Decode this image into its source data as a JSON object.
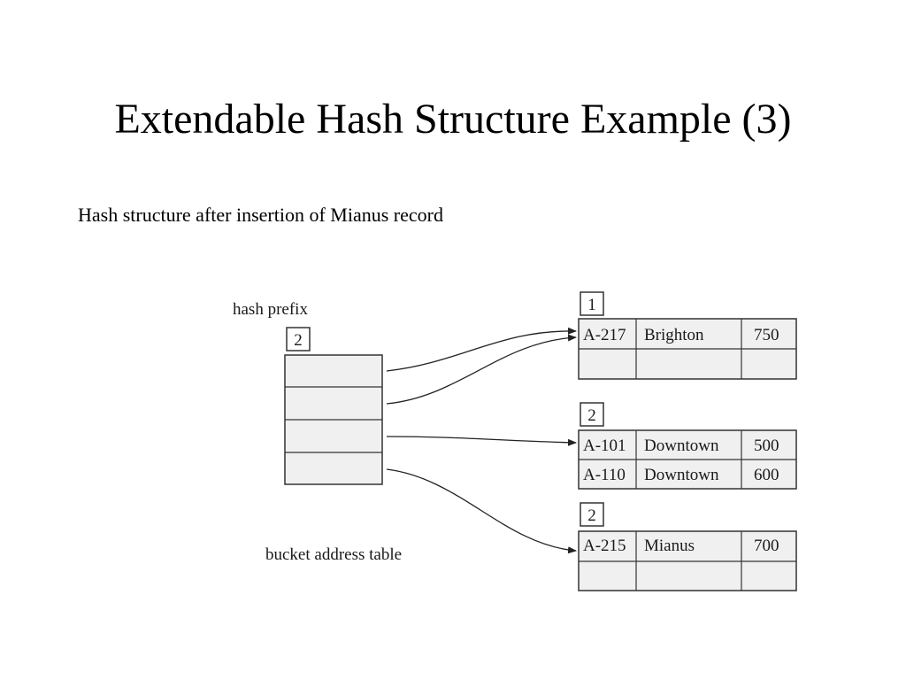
{
  "slide": {
    "title": "Extendable Hash Structure Example (3)",
    "subtitle": "Hash structure after insertion of Mianus record"
  },
  "diagram": {
    "hash_prefix_label": "hash prefix",
    "global_depth": "2",
    "bucket_address_table_label": "bucket address table",
    "buckets": [
      {
        "local_depth": "1",
        "records": [
          {
            "account": "A-217",
            "branch": "Brighton",
            "balance": "750"
          },
          {
            "account": "",
            "branch": "",
            "balance": ""
          }
        ]
      },
      {
        "local_depth": "2",
        "records": [
          {
            "account": "A-101",
            "branch": "Downtown",
            "balance": "500"
          },
          {
            "account": "A-110",
            "branch": "Downtown",
            "balance": "600"
          }
        ]
      },
      {
        "local_depth": "2",
        "records": [
          {
            "account": "A-215",
            "branch": "Mianus",
            "balance": "700"
          },
          {
            "account": "",
            "branch": "",
            "balance": ""
          }
        ]
      }
    ]
  }
}
